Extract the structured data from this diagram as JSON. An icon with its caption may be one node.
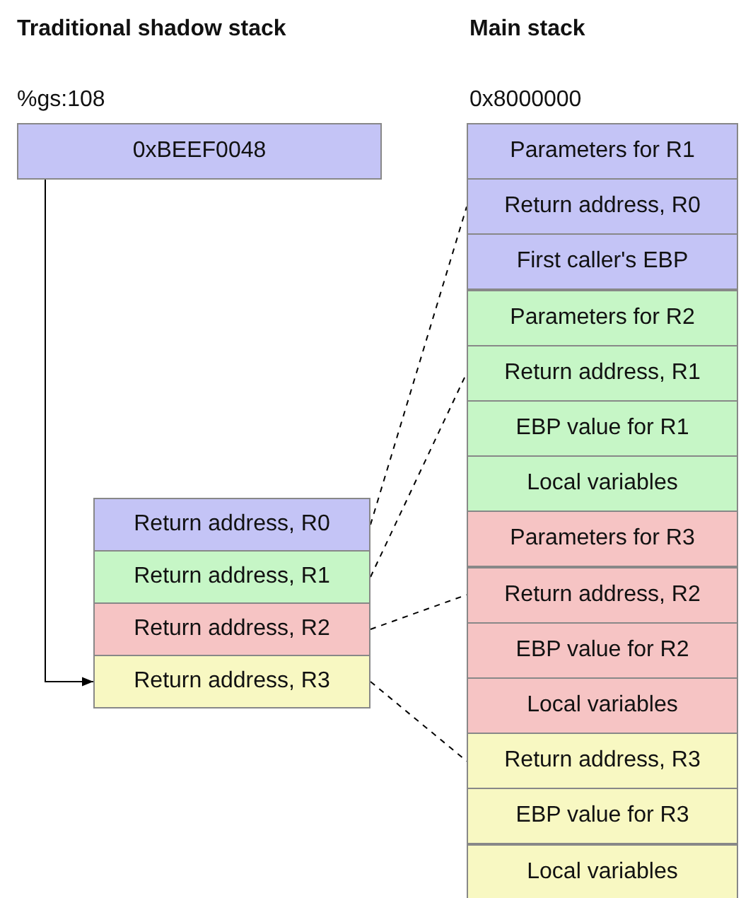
{
  "diagram": {
    "nodes": [
      {
        "text": [
          "0xBEEF0048"
        ]
      },
      {
        "text": [
          "Return address, R0"
        ]
      },
      {
        "text": [
          "Return address, R1"
        ]
      },
      {
        "text": [
          "Return address, R2"
        ]
      },
      {
        "text": [
          "Return address, R3"
        ]
      },
      {
        "text": [
          "Parameters for R1"
        ]
      },
      {
        "text": [
          "Return address, R0"
        ]
      },
      {
        "text": [
          "First caller's EBP"
        ]
      },
      {
        "text": [
          "Parameters for R2"
        ]
      },
      {
        "text": [
          "Return address, R1"
        ]
      },
      {
        "text": [
          "EBP value for R1"
        ]
      },
      {
        "text": [
          "Local variables"
        ]
      },
      {
        "text": [
          "Parameters for R3"
        ]
      },
      {
        "text": [
          "Return address, R2"
        ]
      },
      {
        "text": [
          "EBP value for R2"
        ]
      },
      {
        "text": [
          "Local variables"
        ]
      },
      {
        "text": [
          "Return address, R3"
        ]
      },
      {
        "text": [
          "EBP value for R3"
        ]
      },
      {
        "text": [
          "Local variables"
        ]
      }
    ],
    "edges": [
      {
        "from": 0,
        "to": 4,
        "arrow": "to"
      },
      {
        "from": 1,
        "to": 6,
        "arrow": "none",
        "style": "dashed"
      },
      {
        "from": 2,
        "to": 9,
        "arrow": "none",
        "style": "dashed"
      },
      {
        "from": 3,
        "to": 13,
        "arrow": "none",
        "style": "dashed"
      },
      {
        "from": 4,
        "to": 16,
        "arrow": "none",
        "style": "dashed"
      }
    ],
    "labels": [
      "Traditional shadow stack",
      "Main stack",
      "%gs:108",
      "0x8000000"
    ]
  }
}
